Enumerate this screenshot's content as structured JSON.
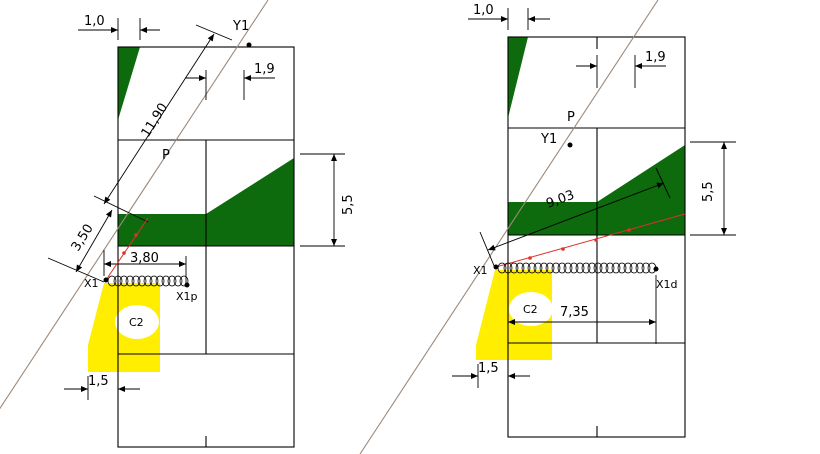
{
  "colors": {
    "green": "#0d6b0d",
    "yellow": "#ffee00",
    "red": "#e0302a",
    "cut_line": "#9b8a7c"
  },
  "left": {
    "dim_top": "1,0",
    "y1": "Y1",
    "dim_1_9": "1,9",
    "dim_11_90": "11,90",
    "p": "P",
    "dim_5_5": "5,5",
    "dim_3_50": "3,50",
    "dim_3_80": "3,80",
    "x1": "X1",
    "x1p": "X1p",
    "c2": "C2",
    "dim_1_5": "1,5"
  },
  "right": {
    "dim_top": "1,0",
    "dim_1_9": "1,9",
    "p": "P",
    "y1": "Y1",
    "dim_5_5": "5,5",
    "dim_9_03": "9,03",
    "x1": "X1",
    "x1d": "X1d",
    "c2": "C2",
    "dim_7_35": "7,35",
    "dim_1_5": "1,5"
  }
}
